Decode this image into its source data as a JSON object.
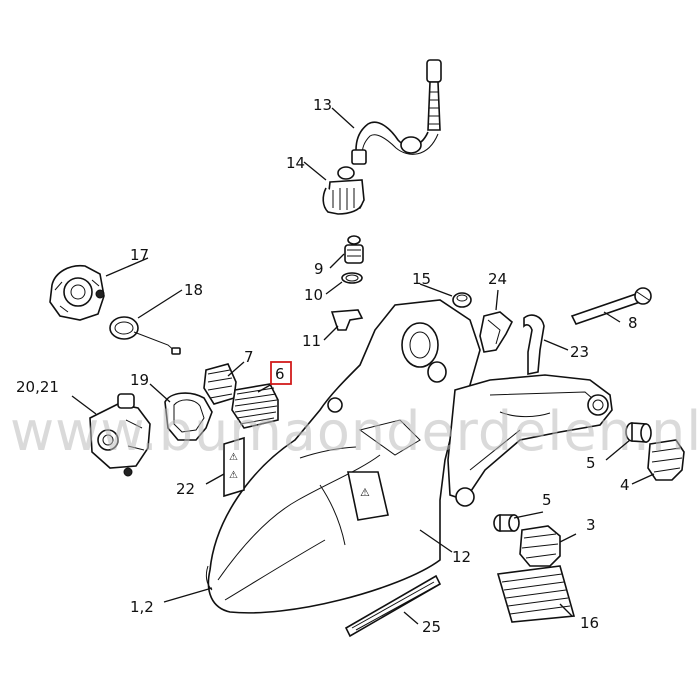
{
  "watermark": "www.bumaonderdelen.nl",
  "callouts": {
    "c1_2": "1,2",
    "c3": "3",
    "c4": "4",
    "c5a": "5",
    "c5b": "5",
    "c6": "6",
    "c7": "7",
    "c8": "8",
    "c9": "9",
    "c10": "10",
    "c11": "11",
    "c12": "12",
    "c13": "13",
    "c14": "14",
    "c15": "15",
    "c16": "16",
    "c17": "17",
    "c18": "18",
    "c19": "19",
    "c20_21": "20,21",
    "c22": "22",
    "c23": "23",
    "c24": "24",
    "c25": "25"
  },
  "highlighted_callout": "6",
  "highlight_color": "#d21b1b"
}
